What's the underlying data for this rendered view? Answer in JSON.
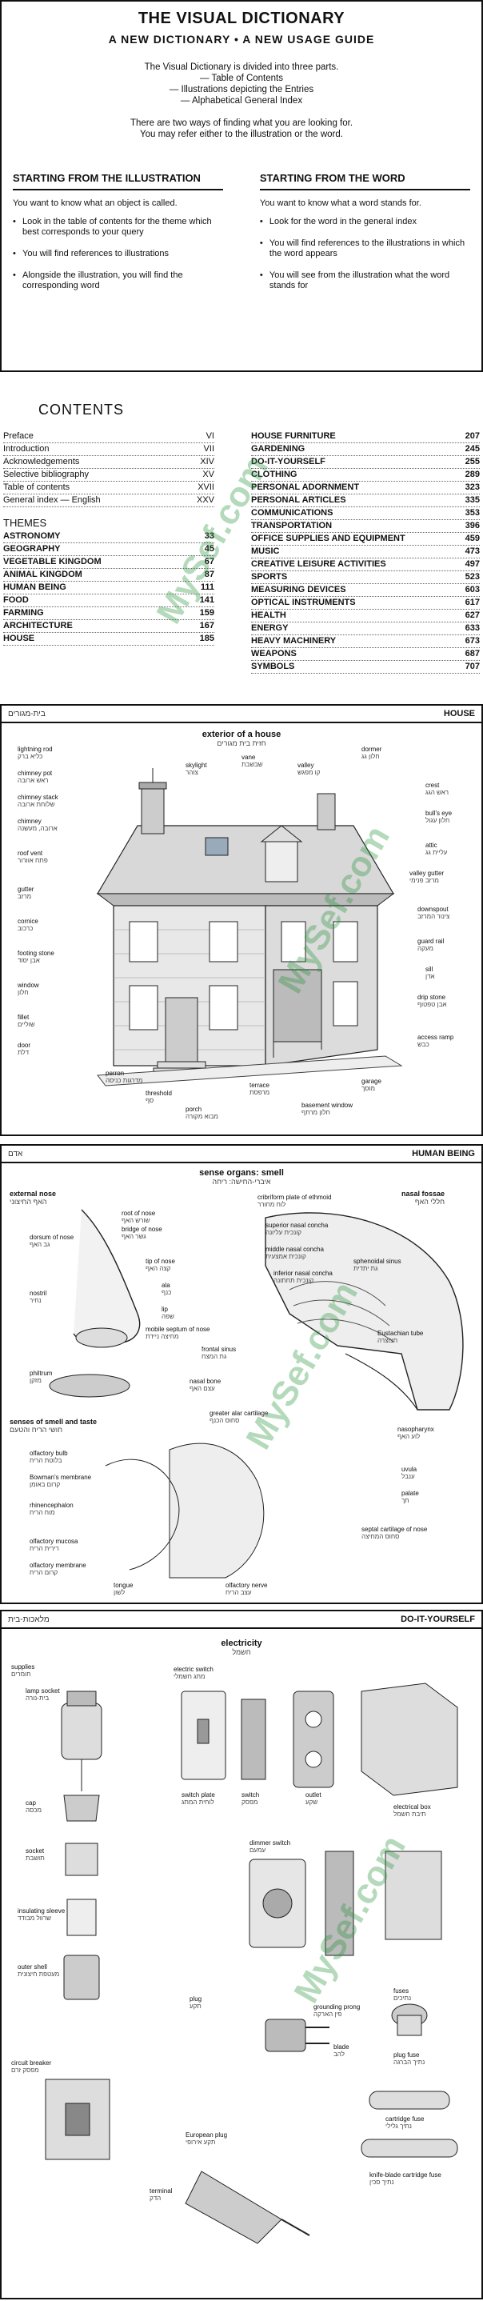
{
  "intro": {
    "title": "THE VISUAL DICTIONARY",
    "subtitle": "A NEW DICTIONARY • A NEW USAGE GUIDE",
    "parts_intro": "The Visual Dictionary is divided into three parts.",
    "parts": [
      "— Table of Contents",
      "— Illustrations depicting the Entries",
      "— Alphabetical General Index"
    ],
    "ways_line1": "There are two ways of finding what you are looking for.",
    "ways_line2": "You may refer either to the illustration or the word.",
    "left": {
      "heading": "STARTING FROM THE ILLUSTRATION",
      "intro": "You want to know what an object is called.",
      "bullets": [
        "Look in the table of contents for the theme which best corresponds to your query",
        "You will find references to illustrations",
        "Alongside the illustration, you will find the corresponding word"
      ]
    },
    "right": {
      "heading": "STARTING FROM THE WORD",
      "intro": "You want to know what a word stands for.",
      "bullets": [
        "Look for the word in the general index",
        "You will find references to the illustrations in which the word appears",
        "You will see from the illustration what the word stands for"
      ]
    }
  },
  "contents": {
    "heading": "CONTENTS",
    "front": [
      {
        "name": "Preface",
        "page": "VI"
      },
      {
        "name": "Introduction",
        "page": "VII"
      },
      {
        "name": "Acknowledgements",
        "page": "XIV"
      },
      {
        "name": "Selective bibliography",
        "page": "XV"
      },
      {
        "name": "Table of contents",
        "page": "XVII"
      },
      {
        "name": "General index — English",
        "page": "XXV"
      }
    ],
    "themes_heading": "THEMES",
    "themes_left": [
      {
        "name": "ASTRONOMY",
        "page": "33"
      },
      {
        "name": "GEOGRAPHY",
        "page": "45"
      },
      {
        "name": "VEGETABLE KINGDOM",
        "page": "67"
      },
      {
        "name": "ANIMAL KINGDOM",
        "page": "87"
      },
      {
        "name": "HUMAN BEING",
        "page": "111"
      },
      {
        "name": "FOOD",
        "page": "141"
      },
      {
        "name": "FARMING",
        "page": "159"
      },
      {
        "name": "ARCHITECTURE",
        "page": "167"
      },
      {
        "name": "HOUSE",
        "page": "185"
      }
    ],
    "themes_right": [
      {
        "name": "HOUSE FURNITURE",
        "page": "207"
      },
      {
        "name": "GARDENING",
        "page": "245"
      },
      {
        "name": "DO-IT-YOURSELF",
        "page": "255"
      },
      {
        "name": "CLOTHING",
        "page": "289"
      },
      {
        "name": "PERSONAL ADORNMENT",
        "page": "323"
      },
      {
        "name": "PERSONAL ARTICLES",
        "page": "335"
      },
      {
        "name": "COMMUNICATIONS",
        "page": "353"
      },
      {
        "name": "TRANSPORTATION",
        "page": "396"
      },
      {
        "name": "OFFICE SUPPLIES AND EQUIPMENT",
        "page": "459"
      },
      {
        "name": "MUSIC",
        "page": "473"
      },
      {
        "name": "CREATIVE LEISURE ACTIVITIES",
        "page": "497"
      },
      {
        "name": "SPORTS",
        "page": "523"
      },
      {
        "name": "MEASURING DEVICES",
        "page": "603"
      },
      {
        "name": "OPTICAL INSTRUMENTS",
        "page": "617"
      },
      {
        "name": "HEALTH",
        "page": "627"
      },
      {
        "name": "ENERGY",
        "page": "633"
      },
      {
        "name": "HEAVY MACHINERY",
        "page": "673"
      },
      {
        "name": "WEAPONS",
        "page": "687"
      },
      {
        "name": "SYMBOLS",
        "page": "707"
      }
    ]
  },
  "house": {
    "bar_left": "בית-מגורים",
    "bar_right": "HOUSE",
    "title": "exterior of a house",
    "title_he": "חזית בית מגורים",
    "labels": [
      {
        "en": "lightning rod",
        "he": "כליא ברק"
      },
      {
        "en": "chimney pot",
        "he": "ראש ארובה"
      },
      {
        "en": "chimney stack",
        "he": "שלוחת ארובה"
      },
      {
        "en": "chimney",
        "he": "ארובה, מעשנה"
      },
      {
        "en": "roof vent",
        "he": "פתח אוורור"
      },
      {
        "en": "gutter",
        "he": "מרזב"
      },
      {
        "en": "cornice",
        "he": "כרכוב"
      },
      {
        "en": "footing stone",
        "he": "אבן יסוד"
      },
      {
        "en": "window",
        "he": "חלון"
      },
      {
        "en": "fillet",
        "he": "שוליים"
      },
      {
        "en": "door",
        "he": "דלת"
      },
      {
        "en": "skylight",
        "he": "צוהר"
      },
      {
        "en": "vane",
        "he": "שבשבת"
      },
      {
        "en": "valley",
        "he": "קו מפגש"
      },
      {
        "en": "dormer",
        "he": "חלון גג"
      },
      {
        "en": "crest",
        "he": "ראש הגג"
      },
      {
        "en": "bull's eye",
        "he": "חלון עגול"
      },
      {
        "en": "attic",
        "he": "עליית גג"
      },
      {
        "en": "valley gutter",
        "he": "מרזב פנימי"
      },
      {
        "en": "downspout",
        "he": "צינור המרזב"
      },
      {
        "en": "guard rail",
        "he": "מעקה"
      },
      {
        "en": "sill",
        "he": "אדן"
      },
      {
        "en": "drip stone",
        "he": "אבן טפטוף"
      },
      {
        "en": "access ramp",
        "he": "כבש"
      },
      {
        "en": "garage",
        "he": "מוסך"
      },
      {
        "en": "basement window",
        "he": "חלון מרתף"
      },
      {
        "en": "terrace",
        "he": "מרפסת"
      },
      {
        "en": "porch",
        "he": "מבוא מקורה"
      },
      {
        "en": "threshold",
        "he": "סף"
      },
      {
        "en": "perron",
        "he": "מדרגות כניסה"
      }
    ]
  },
  "human": {
    "bar_left": "אדם",
    "bar_right": "HUMAN BEING",
    "title": "sense organs: smell",
    "title_he": "איברי-החישה: ריחה",
    "sub1": "external nose",
    "sub1_he": "האף החיצוני",
    "sub2": "nasal fossae",
    "sub2_he": "חללי האף",
    "sub3": "senses of smell and taste",
    "sub3_he": "חושי הריח והטעם",
    "labels": [
      {
        "en": "root of nose",
        "he": "שורש האף"
      },
      {
        "en": "bridge of nose",
        "he": "גשר האף"
      },
      {
        "en": "dorsum of nose",
        "he": "גב האף"
      },
      {
        "en": "tip of nose",
        "he": "קצה האף"
      },
      {
        "en": "ala",
        "he": "כנף"
      },
      {
        "en": "nostril",
        "he": "נחיר"
      },
      {
        "en": "lip",
        "he": "שפה"
      },
      {
        "en": "mobile septum of nose",
        "he": "מחיצה ניידת"
      },
      {
        "en": "philtrum",
        "he": "מזקן"
      },
      {
        "en": "cribriform plate of ethmoid",
        "he": "לוח מחורר"
      },
      {
        "en": "superior nasal concha",
        "he": "קונכית עליונה"
      },
      {
        "en": "middle nasal concha",
        "he": "קונכית אמצעית"
      },
      {
        "en": "inferior nasal concha",
        "he": "קונכית תחתונה"
      },
      {
        "en": "sphenoidal sinus",
        "he": "גת יתדית"
      },
      {
        "en": "frontal sinus",
        "he": "גת המצח"
      },
      {
        "en": "nasal bone",
        "he": "עצם האף"
      },
      {
        "en": "Eustachian tube",
        "he": "חצוצרה"
      },
      {
        "en": "nasopharynx",
        "he": "לוע האף"
      },
      {
        "en": "greater alar cartilage",
        "he": "סחוס הכנף"
      },
      {
        "en": "uvula",
        "he": "ענבל"
      },
      {
        "en": "palate",
        "he": "חך"
      },
      {
        "en": "septal cartilage of nose",
        "he": "סחוס המחיצה"
      },
      {
        "en": "olfactory bulb",
        "he": "בלוטת הריח"
      },
      {
        "en": "Bowman's membrane",
        "he": "קרום באומן"
      },
      {
        "en": "rhinencephalon",
        "he": "מוח הריח"
      },
      {
        "en": "olfactory mucosa",
        "he": "רירית הריח"
      },
      {
        "en": "olfactory membrane",
        "he": "קרום הריח"
      },
      {
        "en": "tongue",
        "he": "לשון"
      },
      {
        "en": "olfactory nerve",
        "he": "עצב הריח"
      }
    ]
  },
  "diy": {
    "bar_left": "מלאכות-בית",
    "bar_right": "DO-IT-YOURSELF",
    "title": "electricity",
    "title_he": "חשמל",
    "labels": [
      {
        "en": "supplies",
        "he": "חומרים"
      },
      {
        "en": "lamp socket",
        "he": "בית-נורה"
      },
      {
        "en": "electric switch",
        "he": "מתג חשמלי"
      },
      {
        "en": "switch plate",
        "he": "לוחית המתג"
      },
      {
        "en": "switch",
        "he": "מפסק"
      },
      {
        "en": "outlet",
        "he": "שקע"
      },
      {
        "en": "electrical box",
        "he": "תיבת חשמל"
      },
      {
        "en": "cap",
        "he": "מכסה"
      },
      {
        "en": "socket",
        "he": "תושבת"
      },
      {
        "en": "dimmer switch",
        "he": "עמעם"
      },
      {
        "en": "insulating sleeve",
        "he": "שרוול מבודד"
      },
      {
        "en": "outer shell",
        "he": "מעטפת חיצונית"
      },
      {
        "en": "fuses",
        "he": "נתיכים"
      },
      {
        "en": "plug",
        "he": "תקע"
      },
      {
        "en": "grounding prong",
        "he": "פין הארקה"
      },
      {
        "en": "blade",
        "he": "להב"
      },
      {
        "en": "plug fuse",
        "he": "נתיך הברגה"
      },
      {
        "en": "circuit breaker",
        "he": "מפסק זרם"
      },
      {
        "en": "European plug",
        "he": "תקע אירופי"
      },
      {
        "en": "cartridge fuse",
        "he": "נתיך גלילי"
      },
      {
        "en": "terminal",
        "he": "הדק"
      },
      {
        "en": "knife-blade cartridge fuse",
        "he": "נתיך סכין"
      }
    ]
  },
  "watermark": "MySef.com"
}
